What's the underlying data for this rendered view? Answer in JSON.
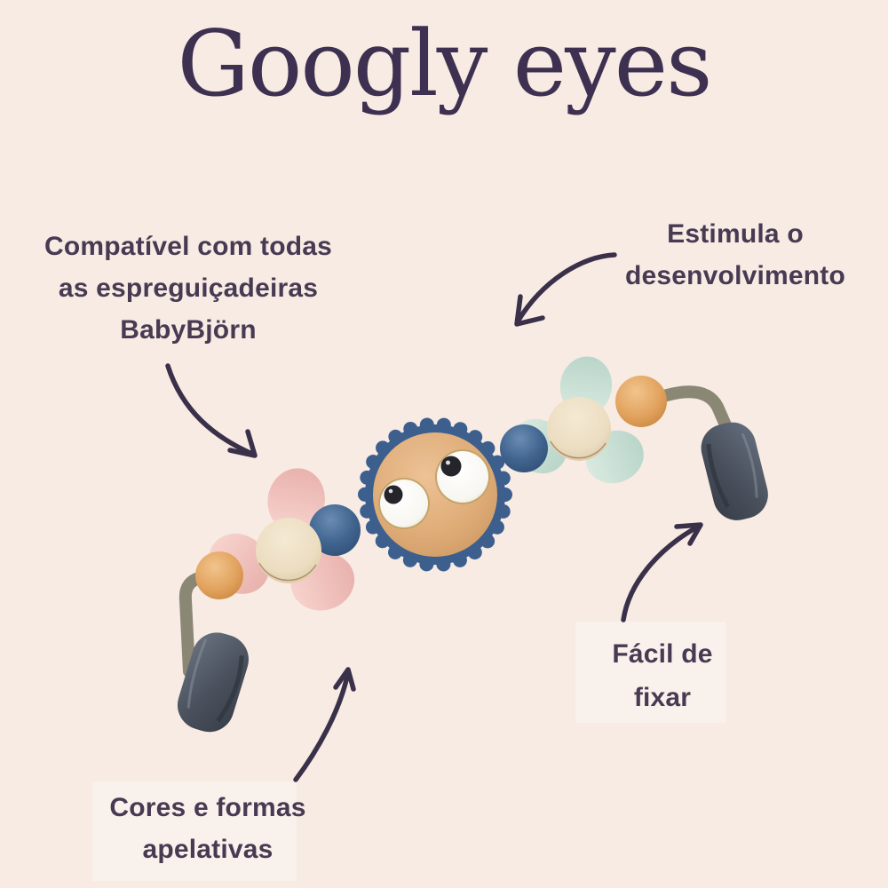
{
  "title": "Googly eyes",
  "annotations": {
    "compatibility": {
      "line1": "Compatível com todas",
      "line2": "as espreguiçadeiras",
      "line3": "BabyBjörn"
    },
    "development": {
      "line1": "Estimula o",
      "line2": "desenvolvimento"
    },
    "attachment": {
      "line1": "Fácil de",
      "line2": "fixar"
    },
    "design": {
      "line1": "Cores e formas",
      "line2": "apelativas"
    }
  },
  "colors": {
    "background": "#f7ebe3",
    "title_text": "#3d3050",
    "annotation_text": "#473a52",
    "arrow": "#3a3049",
    "toy_blue": "#3d5f8e",
    "toy_wood_face": "#e0ad79",
    "toy_pink_flower": "#f2c6c1",
    "toy_mint_flower": "#cfe3d9",
    "toy_cream_dome": "#eee0c6",
    "toy_orange_bead": "#e2a35f",
    "toy_clip": "#49505c",
    "toy_rod": "#8a8775"
  }
}
